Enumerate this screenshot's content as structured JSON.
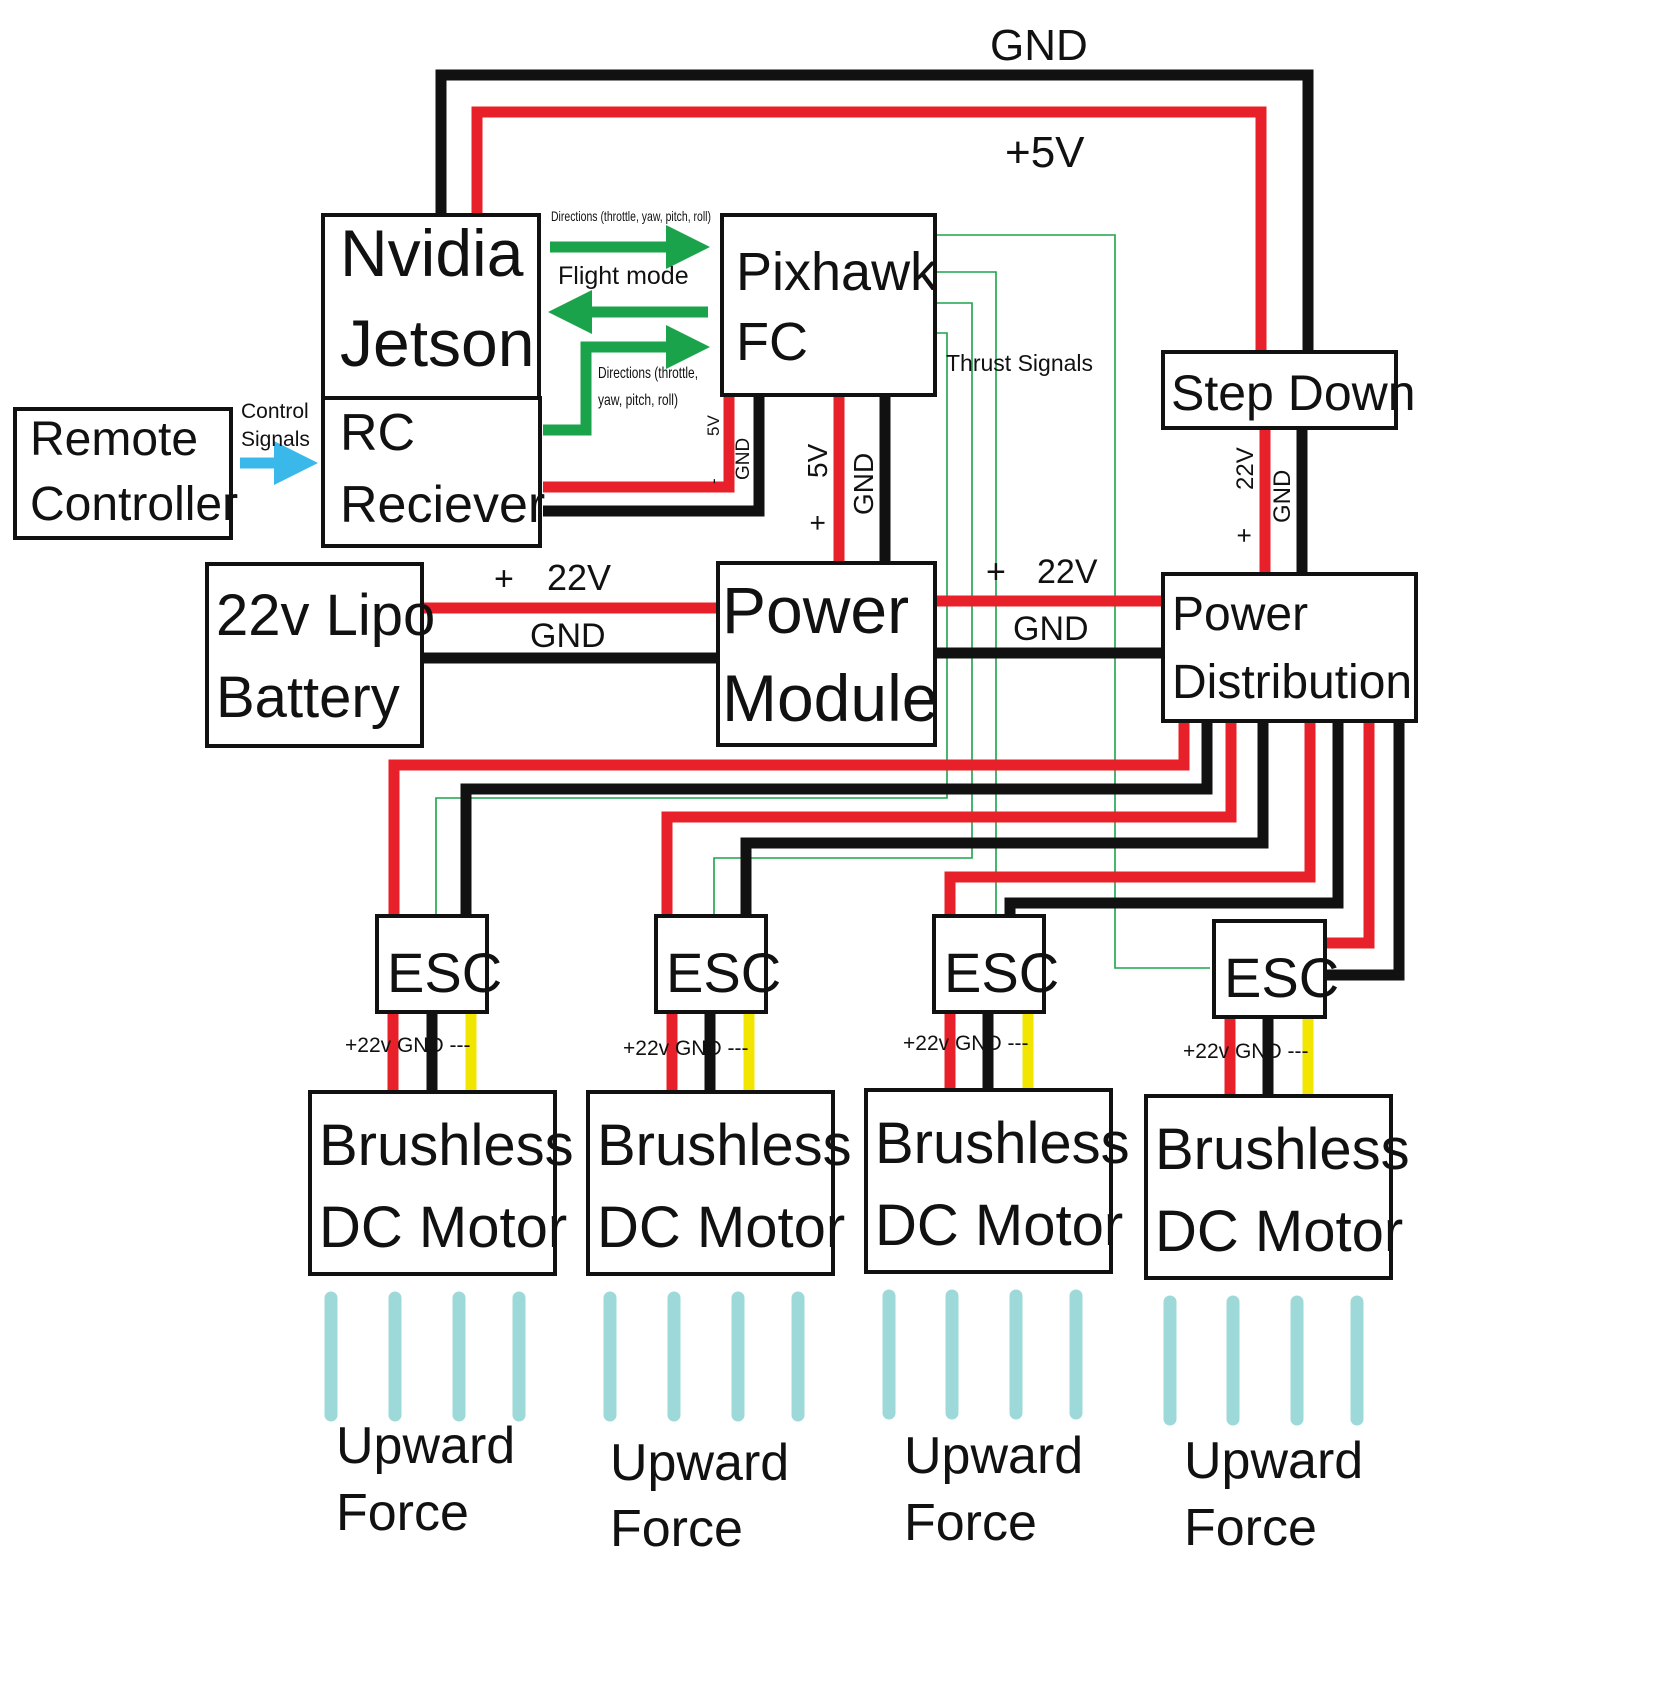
{
  "colors": {
    "positive": "#e8202a",
    "ground": "#111111",
    "signal": "#1aa34a",
    "rc_signal": "#3bb8ea",
    "esc_signal": "#f2e600",
    "thrust": "#9ed9d9"
  },
  "blocks": {
    "jetson": [
      "Nvidia",
      "Jetson"
    ],
    "pixhawk": [
      "Pixhawk",
      "FC"
    ],
    "remote": [
      "Remote",
      "Controller"
    ],
    "rc": [
      "RC",
      "Reciever"
    ],
    "battery": [
      "22v Lipo",
      "Battery"
    ],
    "power_module": [
      "Power",
      "Module"
    ],
    "step_down": "Step Down",
    "distribution": [
      "Power",
      "Distribution"
    ]
  },
  "wires": {
    "top_gnd": "GND",
    "top_5v": "+5V",
    "battery_plus": "+",
    "battery_22v": "22V",
    "battery_gnd": "GND",
    "pm_dist_plus": "+",
    "pm_dist_22v": "22V",
    "pm_dist_gnd": "GND",
    "rc_5v": "5V",
    "rc_gnd": "GND",
    "rc_minus": "-",
    "pm_plus": "+",
    "pm_5v": "5V",
    "pm_gnd": "GND",
    "sd_plus": "+",
    "sd_22v": "22V",
    "sd_gnd": "GND"
  },
  "signals": {
    "directions_top": "Directions (throttle, yaw, pitch, roll)",
    "flight_mode": "Flight mode",
    "directions_bottom": [
      "Directions (throttle,",
      "yaw, pitch, roll)"
    ],
    "control": [
      "Control",
      "Signals"
    ],
    "thrust": "Thrust Signals"
  },
  "motors": [
    {
      "esc": "ESC",
      "pins": "+22v GND ---",
      "motor": [
        "Brushless",
        "DC Motor"
      ],
      "force": [
        "Upward",
        "Force"
      ]
    },
    {
      "esc": "ESC",
      "pins": "+22v GND ---",
      "motor": [
        "Brushless",
        "DC Motor"
      ],
      "force": [
        "Upward",
        "Force"
      ]
    },
    {
      "esc": "ESC",
      "pins": "+22v GND ---",
      "motor": [
        "Brushless",
        "DC Motor"
      ],
      "force": [
        "Upward",
        "Force"
      ]
    },
    {
      "esc": "ESC",
      "pins": "+22v GND ---",
      "motor": [
        "Brushless",
        "DC Motor"
      ],
      "force": [
        "Upward",
        "Force"
      ]
    }
  ]
}
